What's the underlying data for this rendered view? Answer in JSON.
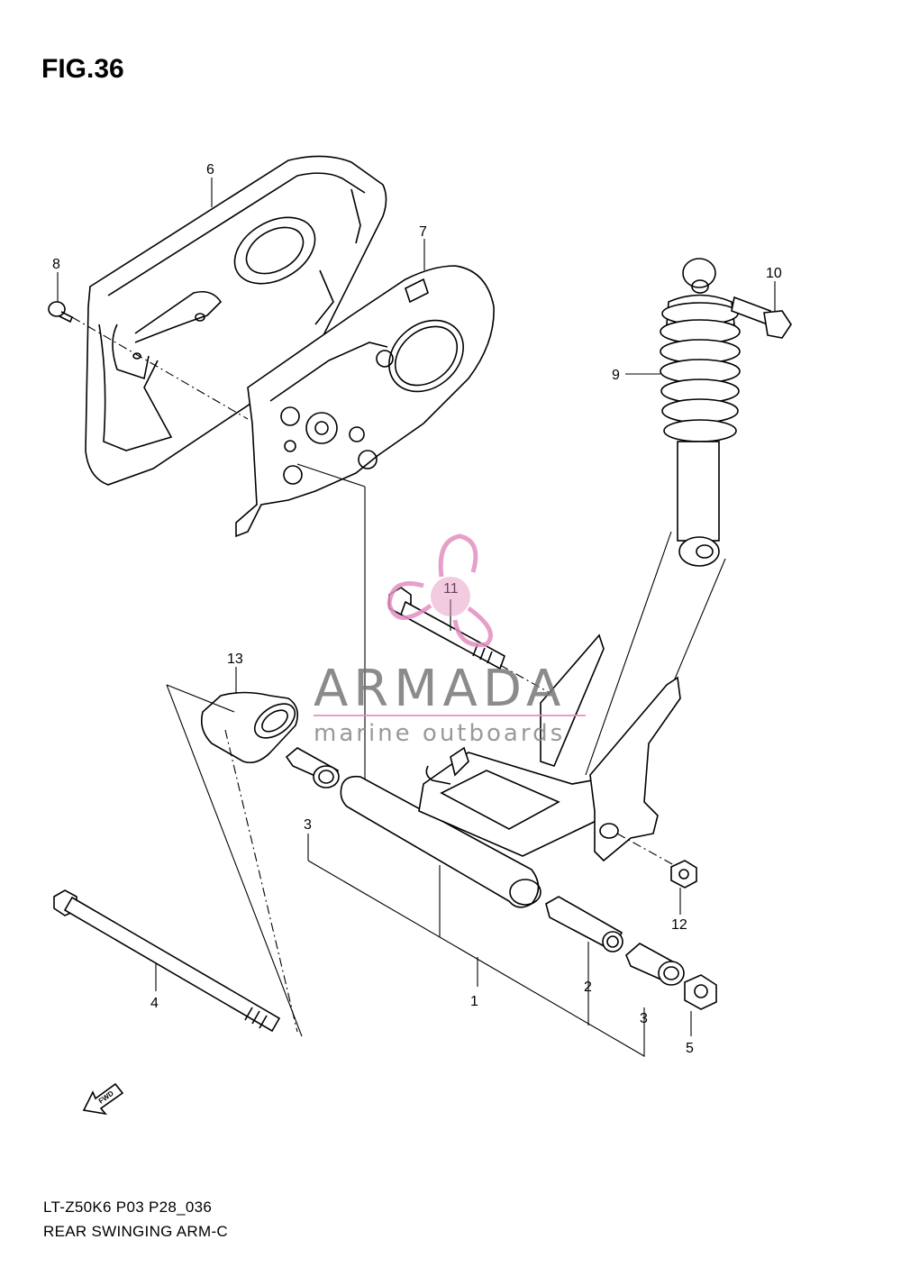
{
  "figure": {
    "title": "FIG.36"
  },
  "footer": {
    "code": "LT-Z50K6 P03 P28_036",
    "name": "REAR SWINGING ARM-C"
  },
  "fwd_label": "FWD",
  "watermark": {
    "brand": "ARMADA",
    "tagline": "marine outboards",
    "logo_color": "#e38fc0",
    "text_color": "#777777"
  },
  "callouts": [
    {
      "id": "c1",
      "label": "1"
    },
    {
      "id": "c2",
      "label": "2"
    },
    {
      "id": "c3a",
      "label": "3"
    },
    {
      "id": "c3b",
      "label": "3"
    },
    {
      "id": "c4",
      "label": "4"
    },
    {
      "id": "c5",
      "label": "5"
    },
    {
      "id": "c6",
      "label": "6"
    },
    {
      "id": "c7",
      "label": "7"
    },
    {
      "id": "c8",
      "label": "8"
    },
    {
      "id": "c9",
      "label": "9"
    },
    {
      "id": "c10",
      "label": "10"
    },
    {
      "id": "c11",
      "label": "11"
    },
    {
      "id": "c12",
      "label": "12"
    },
    {
      "id": "c13",
      "label": "13"
    }
  ]
}
